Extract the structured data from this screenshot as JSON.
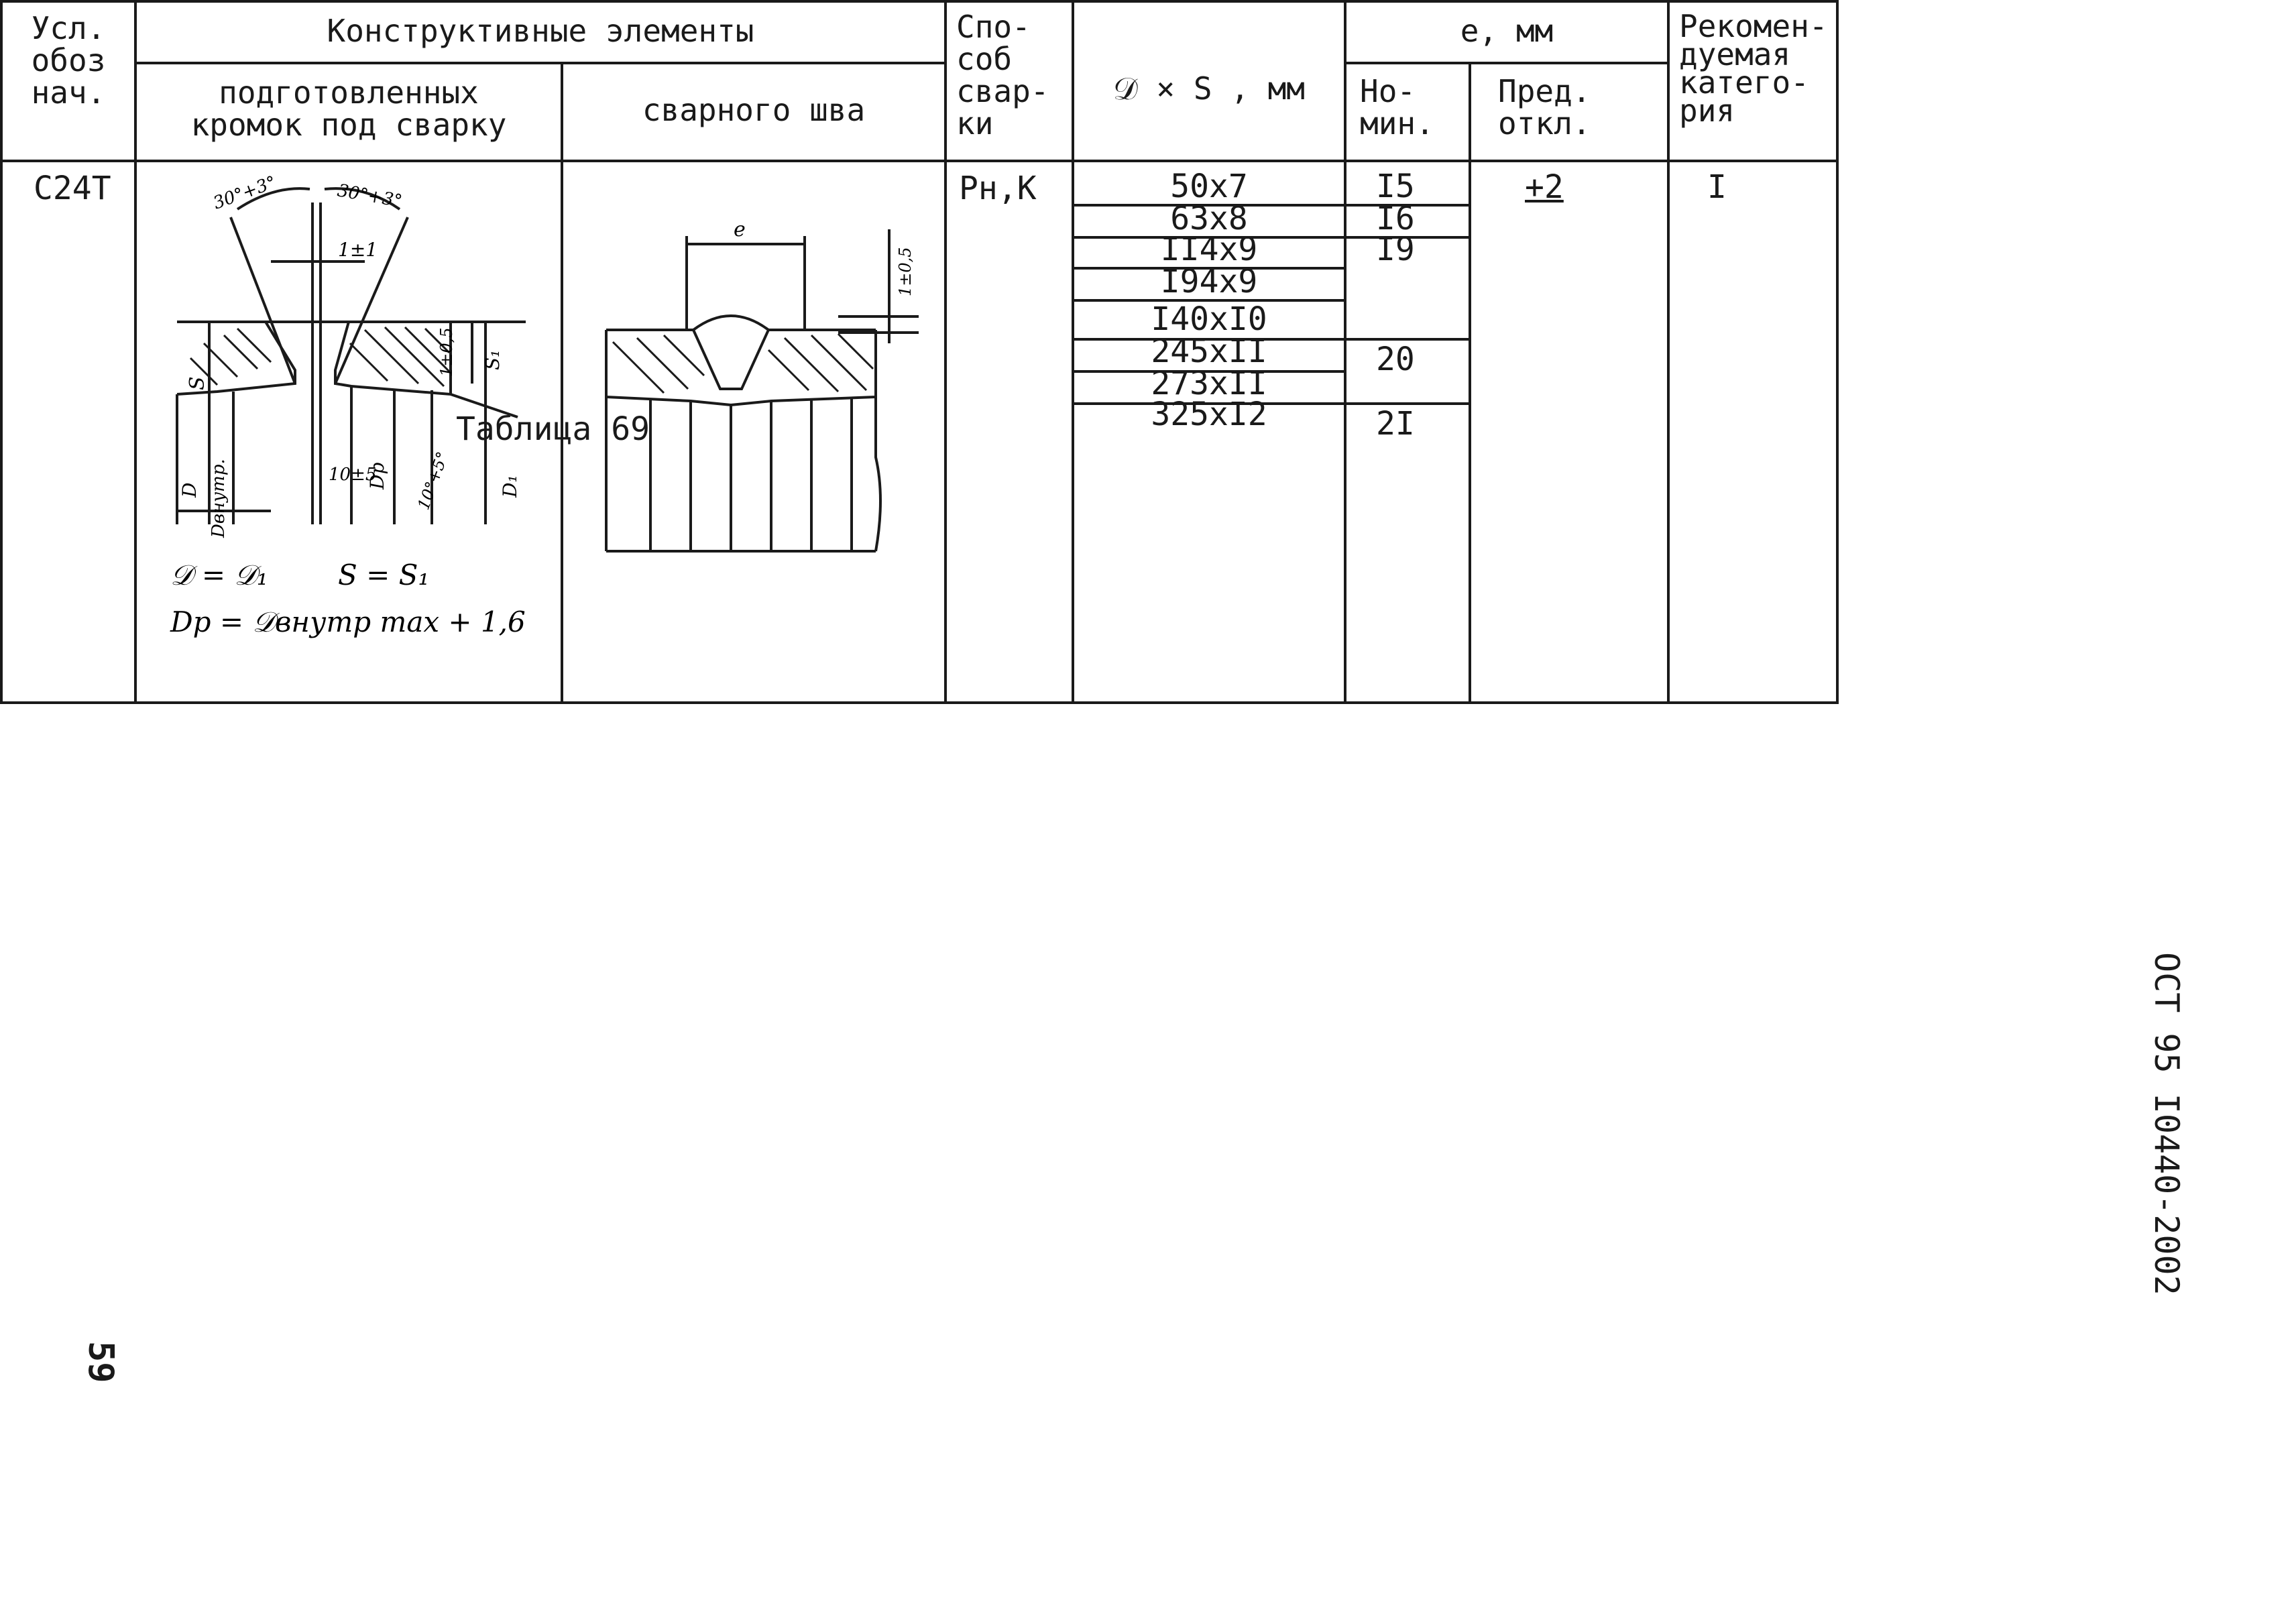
{
  "table": {
    "caption": "Таблица 69",
    "headers": {
      "designation": "Усл.\nобоз\nнач.",
      "elements_group": "Конструктивные элементы",
      "prepared_edges": "подготовленных\nкромок под сварку",
      "weld": "сварного шва",
      "method": "Спо-\nсоб\nсвар-\nки",
      "ds": "𝒟 × S , мм",
      "e_group": "е, мм",
      "nominal": "Но-\nмин.",
      "deviation": "Пред.\nоткл.",
      "category": "Рекомен-\nдуемая\nкатего-\nрия"
    },
    "row": {
      "designation": "С24Т",
      "method": "Рн,К",
      "ds_values": [
        "50x7",
        "63x8",
        "II4x9",
        "I94x9",
        "I40xI0",
        "245xII",
        "273xII",
        "325xI2"
      ],
      "e_nominal": [
        "I5",
        "I6",
        "I9",
        "20",
        "2I"
      ],
      "e_deviation": "+2",
      "category": "I"
    }
  },
  "drawing_prepared": {
    "angle_left": "30°+3°",
    "angle_right": "30°+3°",
    "gap": "1±1",
    "root_face": "1±0,5",
    "wall_label": "S",
    "wall_label_1": "S₁",
    "diameter": "D",
    "inner_diameter": "Dвнутр.",
    "taper_length": "10±5",
    "bore_diameter": "Dр",
    "taper_angle": "10°+5°",
    "outer_diameter_1": "D₁",
    "formula_1a": "𝒟 = 𝒟₁",
    "formula_1b": "S = S₁",
    "formula_2": "Dр = 𝒟внутр max + 1,6"
  },
  "drawing_weld": {
    "width_label": "е",
    "reinforcement": "1±0,5"
  },
  "page": {
    "number": "59",
    "doc_code": "ОСТ 95 I0440-2002"
  }
}
